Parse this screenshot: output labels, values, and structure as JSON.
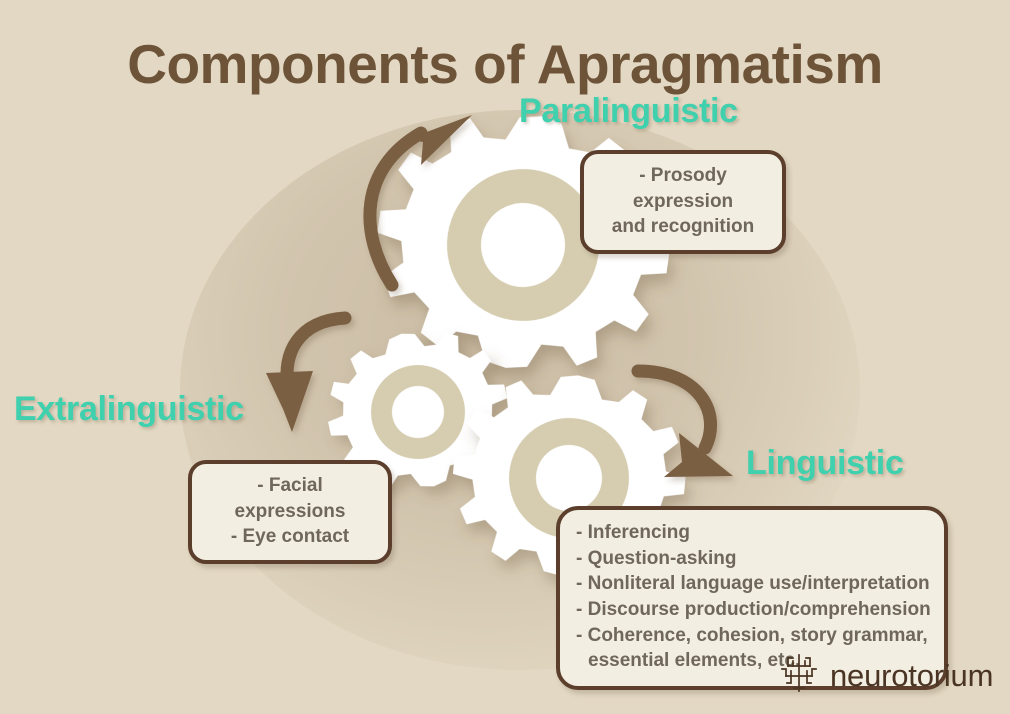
{
  "page": {
    "title": "Components of Apragmatism",
    "background_color": "#e2d8c3",
    "title_color": "#6d5338",
    "accent_color": "#3fd0ae",
    "callout_border_color": "#5b3f2c",
    "callout_fill_color": "#f3eee2",
    "callout_text_color": "#6f675a",
    "gear_color": "#ffffff",
    "gear_ring_color": "#d6cdb0",
    "arrow_color": "#7a5e42"
  },
  "components": [
    {
      "id": "paralinguistic",
      "label": "Paralinguistic",
      "items": [
        "- Prosody expression",
        "and recognition"
      ]
    },
    {
      "id": "extralinguistic",
      "label": "Extralinguistic",
      "items": [
        "- Facial expressions",
        "- Eye contact"
      ]
    },
    {
      "id": "linguistic",
      "label": "Linguistic",
      "items": [
        "- Inferencing",
        "- Question-asking",
        "- Nonliteral language use/interpretation",
        "- Discourse production/comprehension",
        "- Coherence, cohesion, story grammar,",
        "essential elements, etc."
      ]
    }
  ],
  "gears": [
    {
      "name": "gear-paralinguistic",
      "teeth": 12
    },
    {
      "name": "gear-extralinguistic",
      "teeth": 12
    },
    {
      "name": "gear-linguistic",
      "teeth": 12
    }
  ],
  "arrows": [
    {
      "name": "arrow-to-paralinguistic"
    },
    {
      "name": "arrow-to-extralinguistic"
    },
    {
      "name": "arrow-to-linguistic"
    }
  ],
  "footer": {
    "brand": "neurotorium",
    "logo_icon": "neuron-icon"
  }
}
